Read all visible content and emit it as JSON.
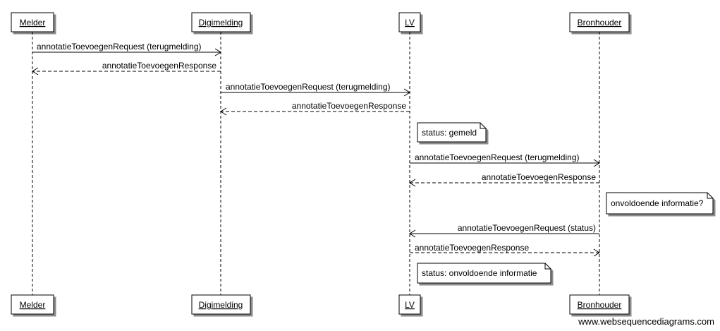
{
  "participants": [
    {
      "id": "melder",
      "label": "Melder"
    },
    {
      "id": "digimelding",
      "label": "Digimelding"
    },
    {
      "id": "lv",
      "label": "LV"
    },
    {
      "id": "bronhouder",
      "label": "Bronhouder"
    }
  ],
  "messages": [
    {
      "from": "melder",
      "to": "digimelding",
      "label": "annotatieToevoegenRequest (terugmelding)",
      "style": "solid"
    },
    {
      "from": "digimelding",
      "to": "melder",
      "label": "annotatieToevoegenResponse",
      "style": "dashed"
    },
    {
      "from": "digimelding",
      "to": "lv",
      "label": "annotatieToevoegenRequest (terugmelding)",
      "style": "solid"
    },
    {
      "from": "lv",
      "to": "digimelding",
      "label": "annotatieToevoegenResponse",
      "style": "dashed"
    },
    {
      "from": "lv",
      "to": "bronhouder",
      "label": "annotatieToevoegenRequest (terugmelding)",
      "style": "solid"
    },
    {
      "from": "bronhouder",
      "to": "lv",
      "label": "annotatieToevoegenResponse",
      "style": "dashed"
    },
    {
      "from": "bronhouder",
      "to": "lv",
      "label": "annotatieToevoegenRequest (status)",
      "style": "solid"
    },
    {
      "from": "lv",
      "to": "bronhouder",
      "label": "annotatieToevoegenResponse",
      "style": "dashed"
    }
  ],
  "notes": [
    {
      "attached_to": "lv",
      "text": "status: gemeld"
    },
    {
      "attached_to": "bronhouder",
      "text": "onvoldoende informatie?"
    },
    {
      "attached_to": "lv",
      "text": "status: onvoldoende informatie"
    }
  ],
  "watermark": "www.websequencediagrams.com"
}
